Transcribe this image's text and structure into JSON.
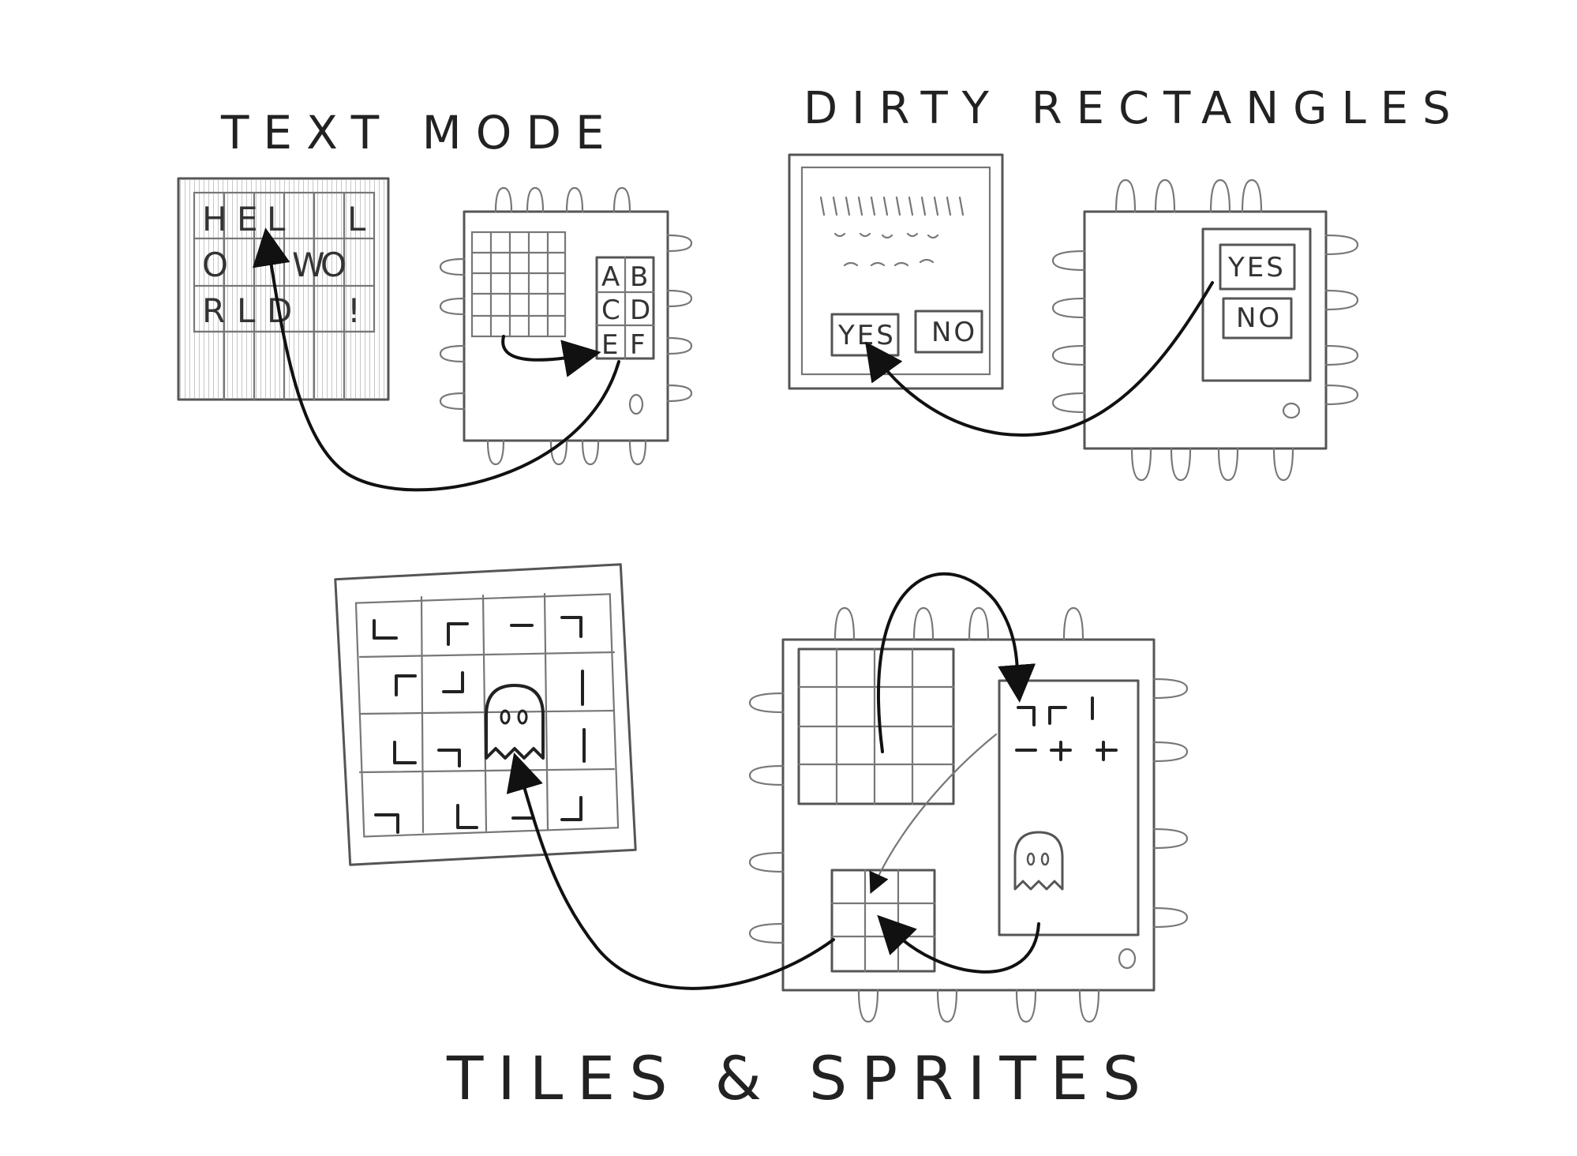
{
  "titles": {
    "text_mode": "TEXT MODE",
    "dirty_rectangles": "DIRTY RECTANGLES",
    "tiles_sprites": "TILES & SPRITES"
  },
  "text_mode": {
    "screen_cells": [
      "H",
      "E",
      "L",
      "L",
      "O",
      "W",
      "O",
      "R",
      "L",
      "D",
      "!"
    ],
    "chip_glyphs": [
      "A",
      "B",
      "C",
      "D",
      "E",
      "F"
    ]
  },
  "dirty_rectangles": {
    "screen_buttons": [
      "YES",
      "NO"
    ],
    "chip_buttons": [
      "YES",
      "NO"
    ]
  },
  "tiles_sprites": {
    "sprite": "ghost-icon"
  }
}
